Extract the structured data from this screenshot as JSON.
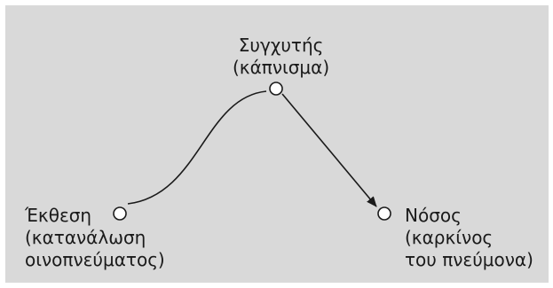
{
  "diagram": {
    "nodes": {
      "confounder": {
        "line1": "Συγχυτής",
        "line2": "(κάπνισμα)"
      },
      "exposure": {
        "line1": "Έκθεση",
        "line2": "(κατανάλωση",
        "line3": "οινοπνεύματος)"
      },
      "disease": {
        "line1": "Νόσος",
        "line2": "(καρκίνος",
        "line3": "του πνεύμονα)"
      }
    },
    "edges": [
      {
        "from": "confounder",
        "to": "exposure",
        "style": "curve",
        "arrow": false
      },
      {
        "from": "confounder",
        "to": "disease",
        "style": "straight",
        "arrow": true
      }
    ],
    "colors": {
      "background": "#d9d9d9",
      "stroke": "#1a1a1a",
      "node_fill": "#ffffff"
    }
  }
}
